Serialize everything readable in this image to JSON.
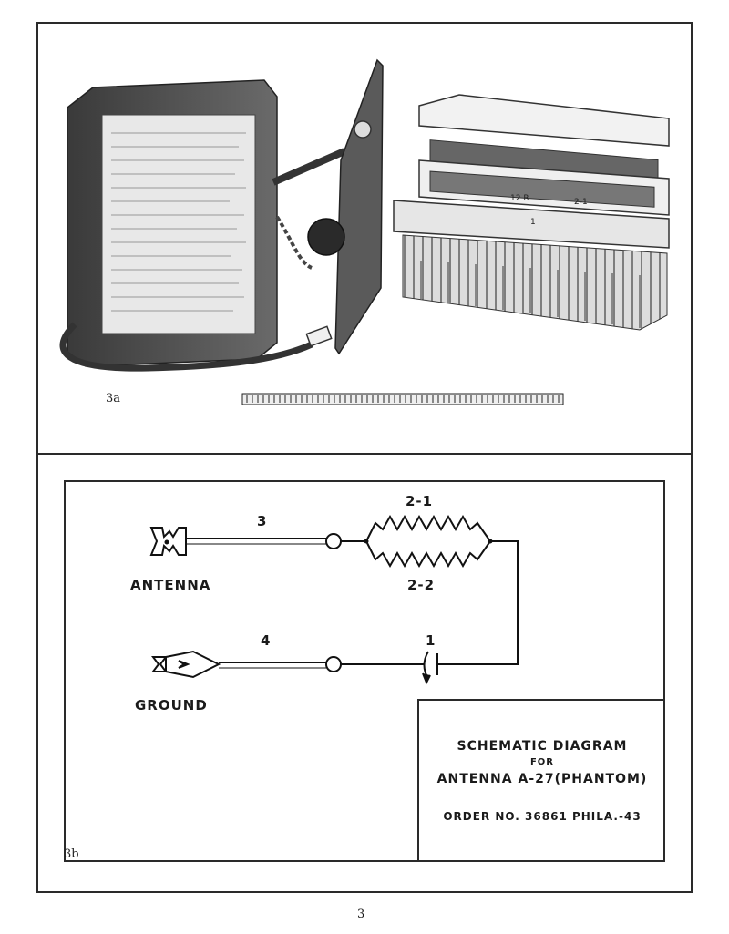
{
  "figure_3a": {
    "label": "3a",
    "photo_labels": {
      "label_12r": "12 R",
      "label_21": "2-1",
      "label_1": "1"
    }
  },
  "figure_3b": {
    "label": "3b",
    "schematic": {
      "antenna_label": "ANTENNA",
      "ground_label": "GROUND",
      "lead_antenna": "3",
      "lead_ground": "4",
      "resistor_top": "2-1",
      "resistor_bottom": "2-2",
      "capacitor": "1"
    },
    "title_block": {
      "line1": "SCHEMATIC DIAGRAM",
      "line2": "FOR",
      "line3": "ANTENNA A-27(PHANTOM)",
      "line4": "ORDER NO. 36861 PHILA.-43"
    }
  },
  "page_number": "3"
}
